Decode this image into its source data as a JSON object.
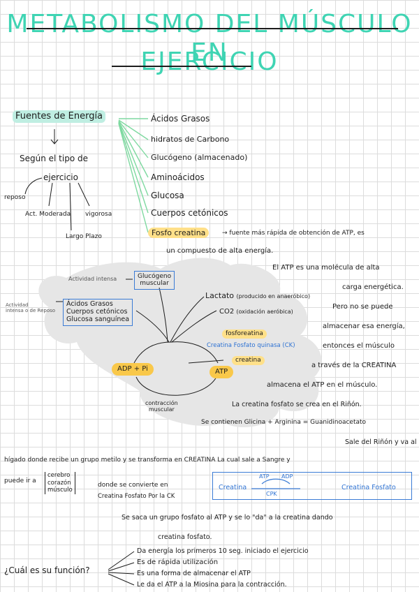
{
  "title": {
    "line1": "METABOLISMO DEL MÚSCULO EN",
    "line2": "EJERCICIO"
  },
  "fuentes": {
    "heading": "Fuentes de Energía",
    "items": [
      "Ácidos Grasos",
      "hidratos de Carbono",
      "Glucógeno (almacenado)",
      "Aminoácidos",
      "Glucosa",
      "Cuerpos cetónicos",
      "Fosfo creatina"
    ],
    "fosfo_desc_1": "→ fuente más rápida de obtención de ATP, es",
    "fosfo_desc_2": "un compuesto de alta energía."
  },
  "tipo": {
    "segun": "Según el tipo de",
    "ejercicio": "ejercicio",
    "reposo": "reposo",
    "moderada": "Act. Moderada",
    "vigorosa": "vigorosa",
    "largo_plazo": "Largo Plazo"
  },
  "diagram": {
    "actividad_intensa": "Actividad intensa",
    "glucogeno_muscular_1": "Glucógeno",
    "glucogeno_muscular_2": "muscular",
    "actividad_intensa_2_1": "Actividad",
    "actividad_intensa_2_2": "intensa o de Reposo",
    "box2_1": "Ácidos Grasos",
    "box2_2": "Cuerpos cetónicos",
    "box2_3": "Glucosa sanguínea",
    "lactato": "Lactato",
    "lactato_note": "(producido en anaeróbico)",
    "co2": "CO2",
    "co2_note": "(oxidación aeróbica)",
    "fosforeatina": "fosforeatina",
    "ck": "Creatina Fosfato quinasa (CK)",
    "creatina": "creatina",
    "adp": "ADP + Pi",
    "atp": "ATP",
    "contraccion_1": "contracción",
    "contraccion_2": "muscular"
  },
  "right_text": [
    "El ATP es una molécula de alta",
    "carga energética.",
    "Pero no se puede",
    "almacenar esa energía,",
    "entonces el músculo",
    "a través de la CREATINA",
    "almacena el ATP en el músculo.",
    "La creatina fosfato se crea en el Riñón.",
    "Se contienen Glicina + Arginina = Guanidinoacetato",
    "Sale del Riñón y va al"
  ],
  "higado": {
    "line": "hígado donde recibe un grupo metilo y se transforma en CREATINA La cual sale a Sangre y",
    "puede_ir": "puede ir a",
    "dest": [
      "cerebro",
      "corazón",
      "músculo"
    ],
    "donde": "donde se convierte en",
    "cf_ck": "Creatina Fosfato Por la CK"
  },
  "reaction": {
    "creatina": "Creatina",
    "atp": "ATP",
    "adp": "ADP",
    "cpk": "CPK",
    "cf": "Creatina Fosfato"
  },
  "saca": {
    "line1": "Se saca un grupo fosfato al ATP y se lo \"da\" a la creatina dando",
    "line2": "creatina fosfato."
  },
  "funcion": {
    "question": "¿Cuál es su función?",
    "items": [
      "Da energía los primeros 10 seg. iniciado el ejercicio",
      "Es de rápida utilización",
      "Es una forma de almacenar el ATP",
      "Le da el ATP a la Miosina para la contracción."
    ]
  },
  "colors": {
    "title_teal": "#3fd4b3",
    "arrow_green": "#7ed9a0",
    "highlight_teal": "#bfeee2",
    "highlight_yellow": "#ffe089",
    "atp_yellow": "#f9c84a",
    "box_blue": "#3a7bd5",
    "cloud_gray": "#e6e6e6"
  }
}
